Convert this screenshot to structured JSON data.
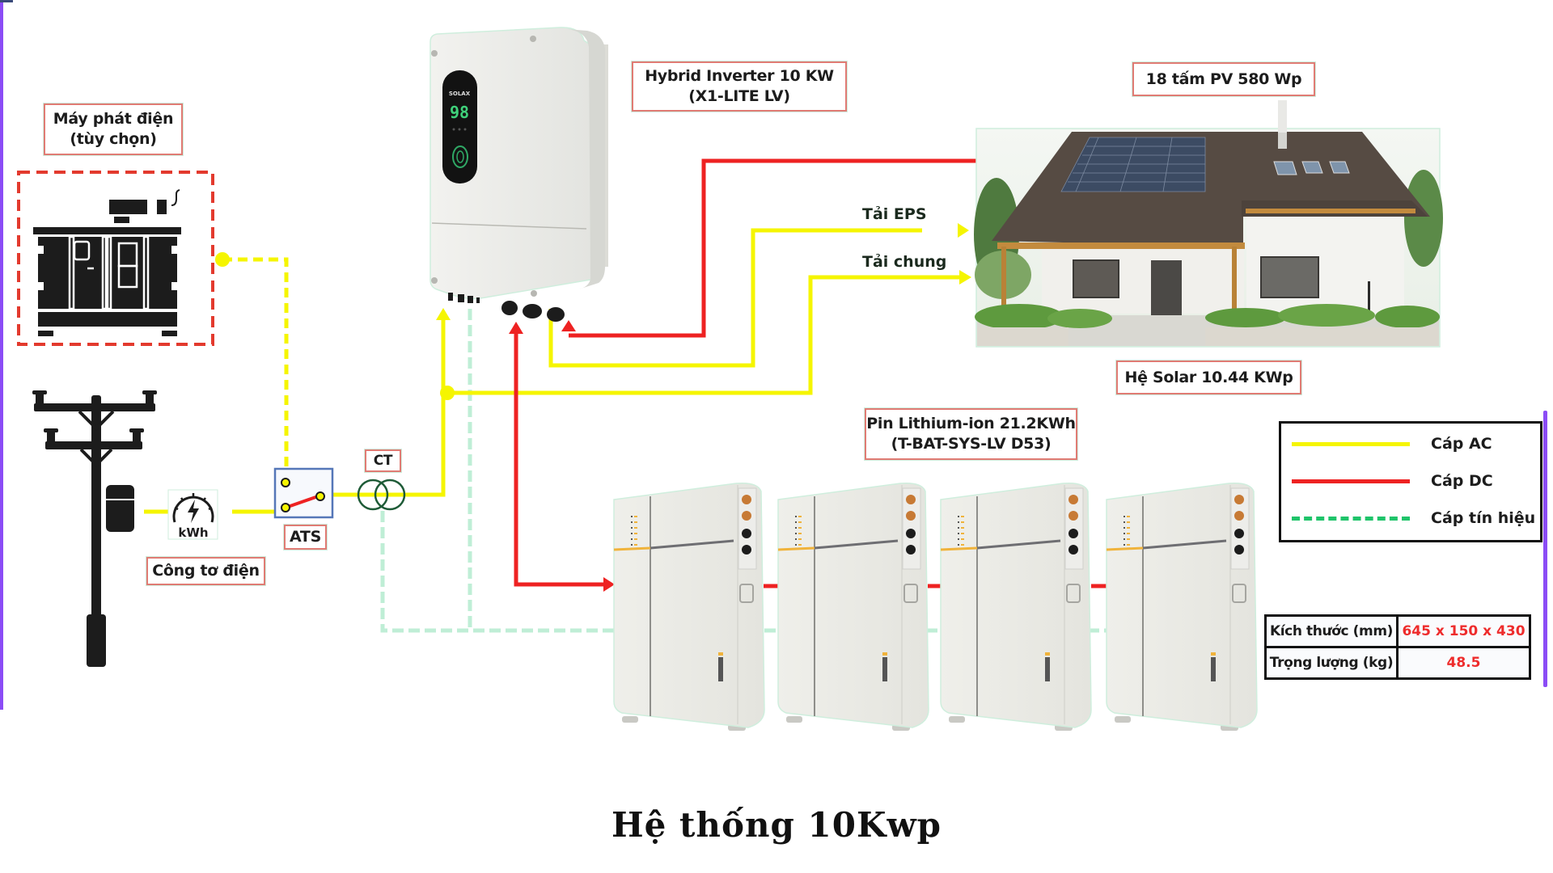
{
  "title": "Hệ thống 10Kwp",
  "labels": {
    "generator": [
      "Máy phát điện",
      "(tùy chọn)"
    ],
    "inverter": [
      "Hybrid Inverter 10 KW",
      "(X1-LITE LV)"
    ],
    "pv_panels": "18 tấm PV 580 Wp",
    "solar_system": "Hệ Solar 10.44 KWp",
    "battery": [
      "Pin Lithium-ion 21.2KWh",
      "(T-BAT-SYS-LV D53)"
    ],
    "meter": "Công tơ điện",
    "ats": "ATS",
    "ct": "CT",
    "eps_load": "Tải EPS",
    "general_load": "Tải chung"
  },
  "meter_icon": {
    "unit": "kWh",
    "icon": "bolt-gauge-icon"
  },
  "inverter_display": {
    "brand": "SOLAX",
    "reading": "98"
  },
  "battery_units": 4,
  "legend": [
    {
      "label": "Cáp AC",
      "color": "#f5f500",
      "style": "solid"
    },
    {
      "label": "Cáp DC",
      "color": "#ee2222",
      "style": "solid"
    },
    {
      "label": "Cáp tín hiệu",
      "color": "#1fc46a",
      "style": "dashed"
    }
  ],
  "specs": [
    {
      "key": "Kích thước (mm)",
      "value": "645 x 150 x 430"
    },
    {
      "key": "Trọng lượng (kg)",
      "value": "48.5"
    }
  ],
  "colors": {
    "ac": "#f5f500",
    "dc": "#ee2222",
    "signal": "#bfeed6",
    "label_border": "#e07b74",
    "frame": "#8b4cf6"
  }
}
